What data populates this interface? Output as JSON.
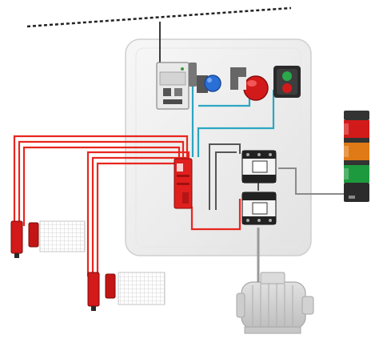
{
  "labels": [],
  "components": {
    "network_bus": {
      "icon": "network-bus-dashed-line"
    },
    "control_cabinet": {
      "icon": "enclosure-icon"
    },
    "power_supply": {
      "icon": "power-supply-icon"
    },
    "reset_button": {
      "icon": "blue-pushbutton-icon",
      "color": "#2a6fd6"
    },
    "emergency_stop": {
      "icon": "emergency-stop-icon",
      "color": "#d31a1a"
    },
    "start_stop_station": {
      "icon": "start-stop-buttons-icon",
      "start_color": "#2aa84a",
      "stop_color": "#d31a1a"
    },
    "safety_relay": {
      "icon": "safety-relay-icon",
      "color": "#e0201e"
    },
    "contactors": {
      "icon": "contactor-icon",
      "count": 2
    },
    "signal_tower": {
      "icon": "signal-tower-icon",
      "lights": [
        "#d31a1a",
        "#e07a16",
        "#1e9a3e"
      ]
    },
    "motor": {
      "icon": "electric-motor-icon"
    },
    "guard_sensors": {
      "icon": "coded-magnetic-sensor-icon",
      "count": 2
    },
    "guard_panels": {
      "icon": "mesh-guard-icon",
      "count": 2
    }
  },
  "colors": {
    "safety_wiring": "#e8261f",
    "control_wiring": "#2ba6c4",
    "power_wiring": "#3b3b3b",
    "signal_wiring": "#8a8a8a",
    "cabinet": "#eeeeee"
  }
}
